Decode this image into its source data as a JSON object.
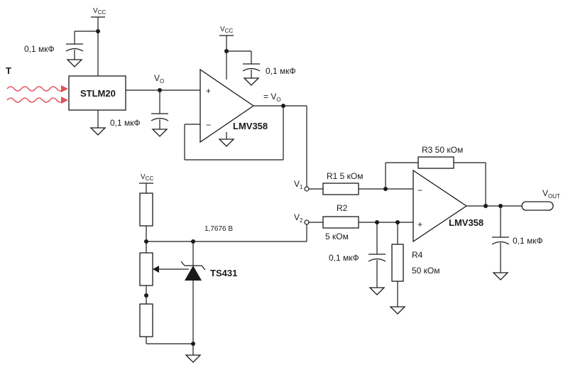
{
  "colors": {
    "wire": "#1a1a1a",
    "heat_wave": "#e0505a",
    "background": "#ffffff"
  },
  "labels": {
    "vcc_main": "V",
    "vcc_sub": "CC",
    "t": "T",
    "cap_vcc": "0,1 мкФ",
    "cap_vo": "0,1 мкФ",
    "cap_amp1": "0,1 мкФ",
    "cap_v2": "0,1 мкФ",
    "cap_out": "0,1 мкФ",
    "stlm20": "STLM20",
    "lmv358_1": "LMV358",
    "lmv358_2": "LMV358",
    "ts431": "TS431",
    "vo_main": "V",
    "vo_sub": "O",
    "eq_vo_prefix": "= V",
    "eq_vo_sub": "O",
    "v1_main": "V",
    "v1_sub": "1",
    "v2_main": "V",
    "v2_sub": "2",
    "r1": "R1  5 кОм",
    "r2": "R2",
    "r2_val": "5 кОм",
    "r3": "R3  50 кОм",
    "r4": "R4",
    "r4_val": "50 кОм",
    "vref": "1,7676 В",
    "vout_main": "V",
    "vout_sub": "OUT",
    "plus": "+",
    "minus": "−"
  }
}
